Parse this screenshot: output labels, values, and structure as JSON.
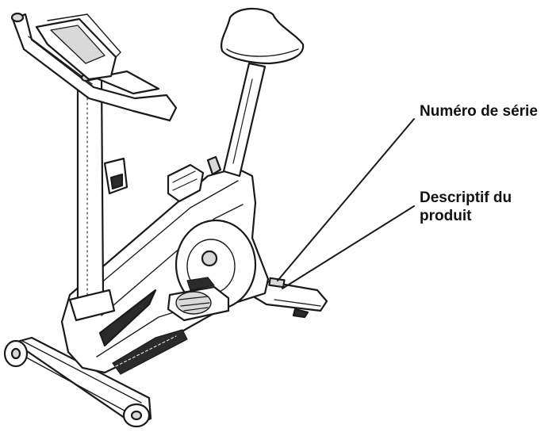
{
  "figure": {
    "subject": "upright-exercise-bike",
    "line_color": "#1a1a1a",
    "fill_color": "#ffffff",
    "shade_color": "#d9d9d9",
    "dark_color": "#2b2b2b"
  },
  "callouts": {
    "serial_number": "Numéro de série",
    "product_description_line1": "Descriptif du",
    "product_description_line2": "produit"
  }
}
